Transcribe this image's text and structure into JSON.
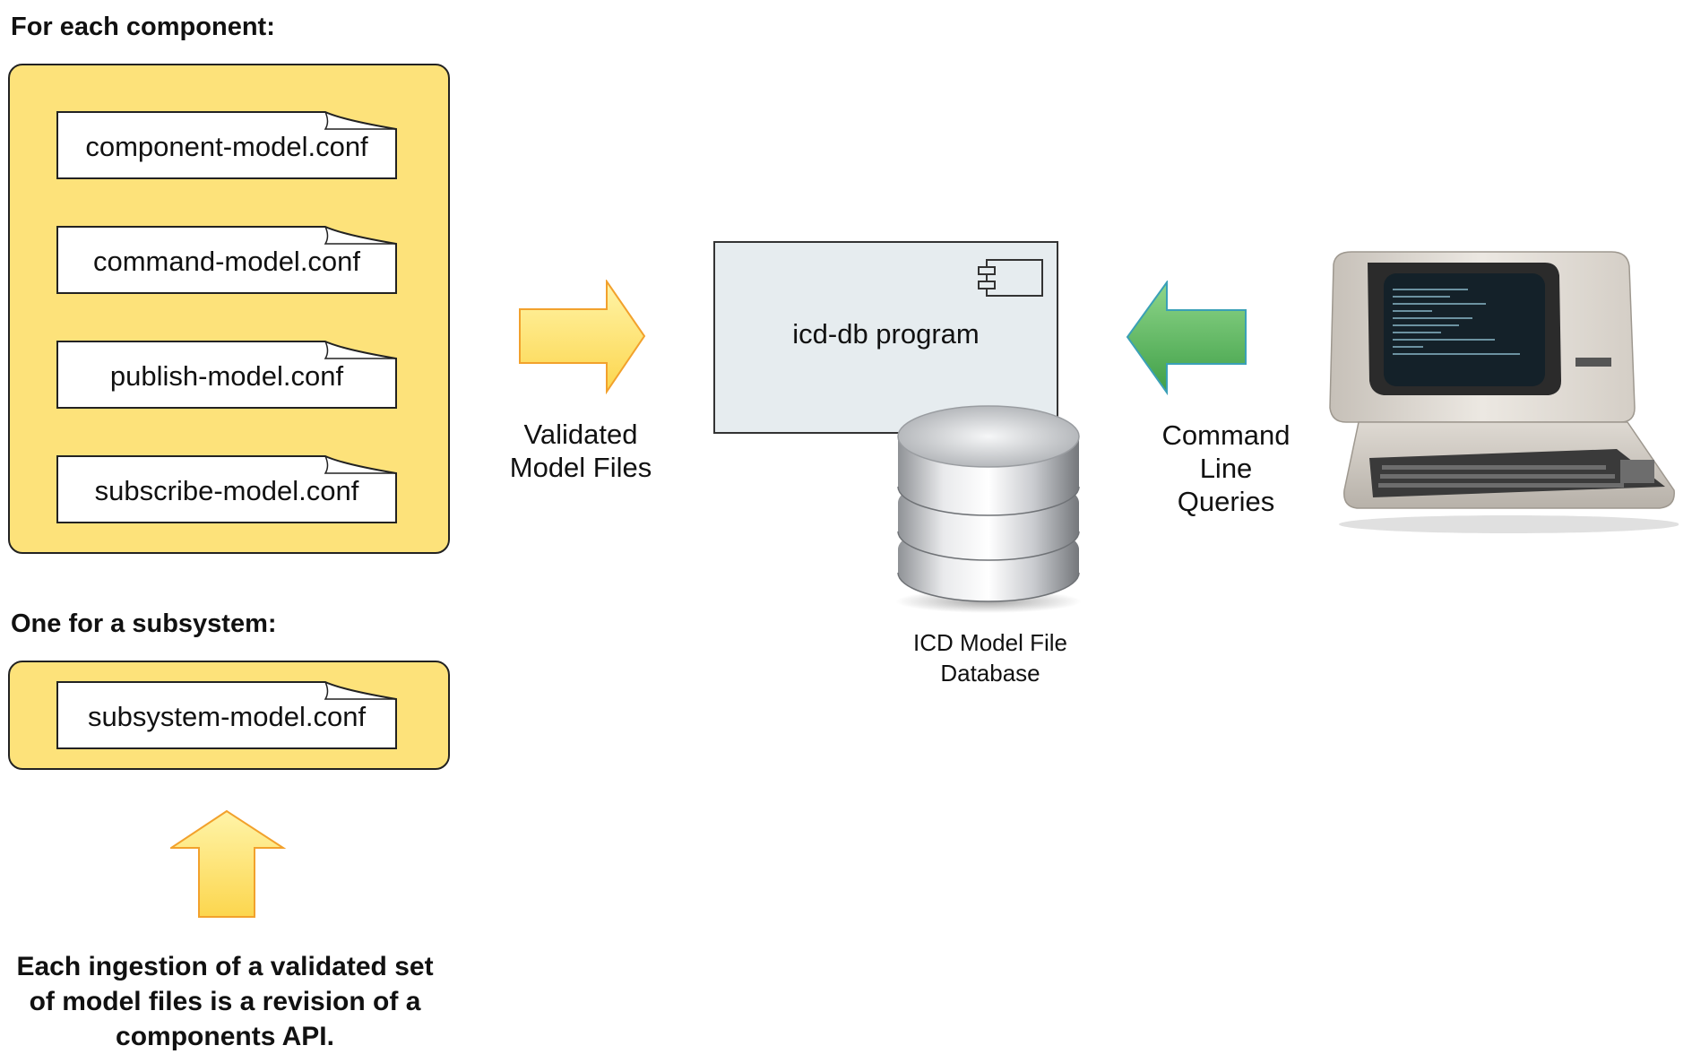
{
  "per_component": {
    "heading": "For each component:",
    "files": [
      "component-model.conf",
      "command-model.conf",
      "publish-model.conf",
      "subscribe-model.conf"
    ]
  },
  "per_subsystem": {
    "heading": "One for a subsystem:",
    "file": "subsystem-model.conf"
  },
  "ingestion_note": "Each ingestion of a validated set of model files is a revision of a components API.",
  "validated_arrow_label": [
    "Validated",
    "Model Files"
  ],
  "program": {
    "label": "icd-db program",
    "icon": "uml-component-icon"
  },
  "database": {
    "label": [
      "ICD Model File",
      "Database"
    ],
    "icon": "database-cylinder-icon"
  },
  "queries_arrow_label": [
    "Command",
    "Line",
    "Queries"
  ],
  "terminal": {
    "icon": "computer-terminal-icon"
  },
  "colors": {
    "group_fill": "#fde27a",
    "yellow_arrow": "#fde063",
    "green_arrow": "#5cb85c",
    "program_box": "#e6ecef"
  }
}
